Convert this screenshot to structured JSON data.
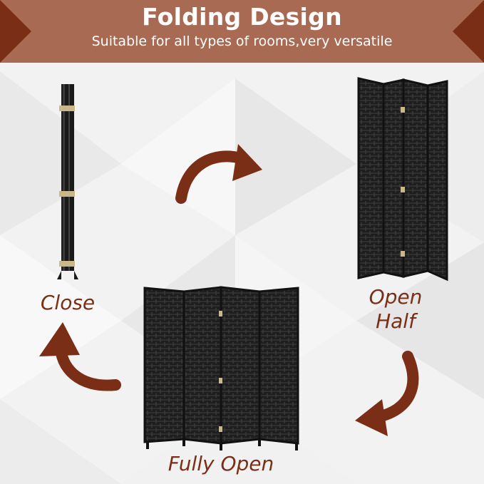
{
  "header": {
    "title": "Folding Design",
    "subtitle": "Suitable for all types of rooms,very versatile"
  },
  "labels": {
    "close": "Close",
    "open_half_line1": "Open",
    "open_half_line2": "Half",
    "fully_open": "Fully Open"
  },
  "colors": {
    "banner": "#a86a52",
    "accent": "#7b2e16",
    "panel": "#1e1e1e"
  },
  "icons": [
    "curved-arrow-icon"
  ]
}
